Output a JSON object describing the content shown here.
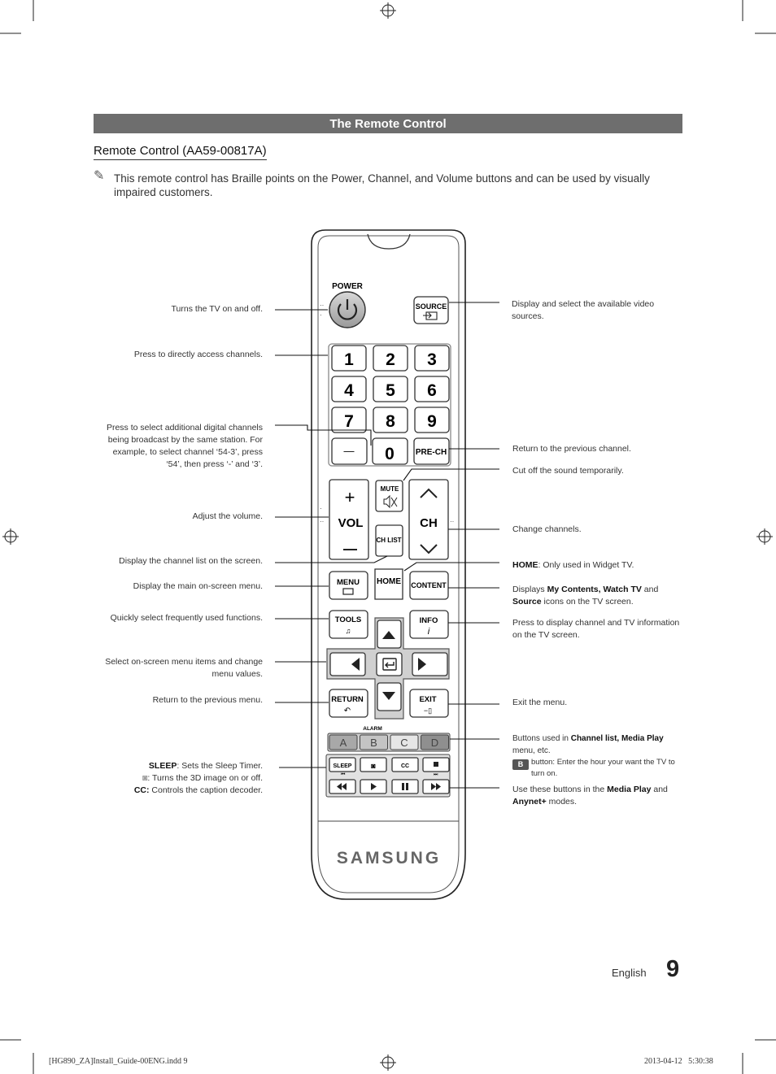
{
  "header": {
    "section_title": "The Remote Control",
    "subtitle": "Remote Control (AA59-00817A)",
    "note_icon": "pencil-icon",
    "note": "This remote control has Braille points on the Power, Channel, and Volume buttons and can be used by visually impaired customers."
  },
  "remote": {
    "power": "POWER",
    "source": "SOURCE",
    "digits": [
      "1",
      "2",
      "3",
      "4",
      "5",
      "6",
      "7",
      "8",
      "9"
    ],
    "dash": "—",
    "zero": "0",
    "prech": "PRE-CH",
    "mute": "MUTE",
    "vol": "VOL",
    "ch": "CH",
    "chlist": "CH LIST",
    "menu": "MENU",
    "home": "HOME",
    "content": "CONTENT",
    "tools": "TOOLS",
    "info": "INFO",
    "return": "RETURN",
    "exit": "EXIT",
    "alarm": "ALARM",
    "colors": [
      "A",
      "B",
      "C",
      "D"
    ],
    "sleep": "SLEEP",
    "cc": "CC",
    "brand": "SAMSUNG"
  },
  "labels": {
    "power": "Turns the TV on and off.",
    "digits": "Press to directly access channels.",
    "dash": "Press to select additional digital channels being broadcast by the same station. For example, to select channel ‘54-3’, press ‘54’, then press ‘-’ and ‘3’.",
    "volume": "Adjust the volume.",
    "chlist": "Display the channel list on the screen.",
    "menu": "Display the main on-screen menu.",
    "tools": "Quickly select frequently used functions.",
    "select": "Select on-screen menu items and change menu values.",
    "return": "Return to the previous menu.",
    "sleep_key": "SLEEP",
    "sleep_text": ": Sets the Sleep Timer.",
    "threed_text": ": Turns the 3D image on or off.",
    "cc_key": "CC:",
    "cc_text": " Controls the caption decoder.",
    "source": "Display and select the available video sources.",
    "prech": "Return to the previous channel.",
    "mute": "Cut off the sound temporarily.",
    "channel": "Change channels.",
    "home_key": "HOME",
    "home_text": ": Only used in Widget TV.",
    "content_pre": "Displays ",
    "content_key": "My Contents, Watch TV",
    "content_mid": " and ",
    "content_key2": "Source",
    "content_post": " icons on the TV screen.",
    "info": "Press to display channel and TV information on the TV screen.",
    "exit": "Exit the menu.",
    "color_pre": "Buttons used in ",
    "color_key": "Channel list, Media Play",
    "color_post": " menu, etc.",
    "b_badge": "B",
    "b_text": "button: Enter the hour your want the TV to turn on.",
    "media_pre": "Use these buttons in the ",
    "media_key": "Media Play",
    "media_mid": " and ",
    "media_key2": "Anynet+",
    "media_post": " modes."
  },
  "footer": {
    "file": "[HG890_ZA]Install_Guide-00ENG.indd   9",
    "timestamp": "2013-04-12     5:30:38",
    "language": "English",
    "page": "9"
  }
}
